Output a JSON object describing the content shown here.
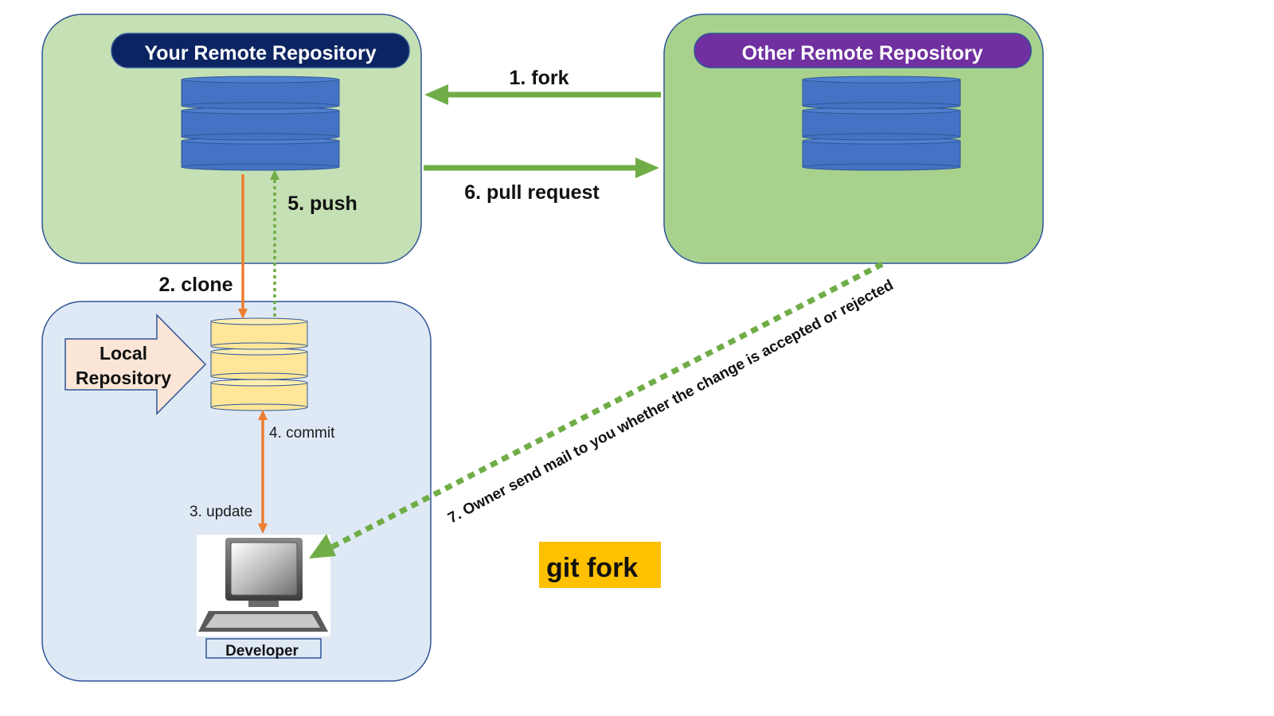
{
  "diagram": {
    "your_remote": {
      "title": "Your Remote Repository",
      "fill": "#c5e0b4",
      "title_bg": "#0c2461"
    },
    "other_remote": {
      "title": "Other Remote Repository",
      "fill": "#a9d18e",
      "title_bg": "#7030a0"
    },
    "local_box": {
      "fill": "#dfe9f5"
    },
    "local_repo_label_line1": "Local",
    "local_repo_label_line2": "Repository",
    "developer_label": "Developer",
    "steps": {
      "fork": "1. fork",
      "clone": "2. clone",
      "update": "3. update",
      "commit": "4. commit",
      "push": "5. push",
      "pull_request": "6. pull request",
      "mail": "7. Owner send mail to you whether the change is accepted or rejected"
    },
    "badge": {
      "text": "git fork",
      "bg": "#ffc000"
    },
    "colors": {
      "green_arrow": "#70ad47",
      "orange_arrow": "#ed7d31",
      "db_blue": "#4472c4",
      "db_yellow": "#ffe699"
    }
  }
}
